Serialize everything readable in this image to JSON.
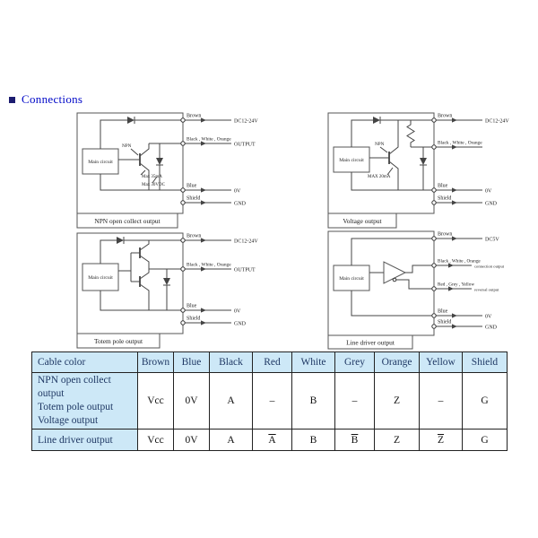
{
  "title": {
    "text": "Connections"
  },
  "diagrams": {
    "npn": {
      "caption": "NPN open collect output",
      "main_circuit": "Main circuit",
      "transistor": "NPN",
      "note_current": "Max 35mA",
      "note_voltage": "Max 30VDC",
      "wires": {
        "brown": "Brown",
        "signal": "Black , White , Orange",
        "blue": "Blue",
        "shield": "Shield"
      },
      "ends": {
        "power": "DC12-24V",
        "output": "OUTPUT",
        "zero": "0V",
        "gnd": "GND"
      }
    },
    "voltage": {
      "caption": "Voltage output",
      "main_circuit": "Main circuit",
      "transistor": "NPN",
      "note_current": "MAX 20mA",
      "wires": {
        "brown": "Brown",
        "signal": "Black , White , Orange",
        "blue": "Blue",
        "shield": "Shield"
      },
      "ends": {
        "power": "DC12-24V",
        "zero": "0V",
        "gnd": "GND"
      }
    },
    "totem": {
      "caption": "Totem pole output",
      "main_circuit": "Main circuit",
      "wires": {
        "brown": "Brown",
        "signal": "Black , White , Orange",
        "blue": "Blue",
        "shield": "Shield"
      },
      "ends": {
        "power": "DC12-24V",
        "output": "OUTPUT",
        "zero": "0V",
        "gnd": "GND"
      }
    },
    "linedriver": {
      "caption": "Line driver output",
      "main_circuit": "Main circuit",
      "wires": {
        "brown": "Brown",
        "signal": "Black , White , Orange",
        "reverse": "Red , Grey , Yellow",
        "blue": "Blue",
        "shield": "Shield"
      },
      "notes": {
        "signal": "connection output",
        "reverse": "reversal output"
      },
      "ends": {
        "power": "DC5V",
        "zero": "0V",
        "gnd": "GND"
      }
    }
  },
  "table": {
    "headers": [
      "Cable color",
      "Brown",
      "Blue",
      "Black",
      "Red",
      "White",
      "Grey",
      "Orange",
      "Yellow",
      "Shield"
    ],
    "row1": {
      "labels": [
        "NPN open collect output",
        "Totem pole output",
        "Voltage output"
      ],
      "values": [
        "Vcc",
        "0V",
        "A",
        "–",
        "B",
        "–",
        "Z",
        "–",
        "G"
      ]
    },
    "row2": {
      "label": "Line driver output",
      "values": [
        "Vcc",
        "0V",
        "A",
        "A",
        "B",
        "B",
        "Z",
        "Z",
        "G"
      ]
    }
  }
}
